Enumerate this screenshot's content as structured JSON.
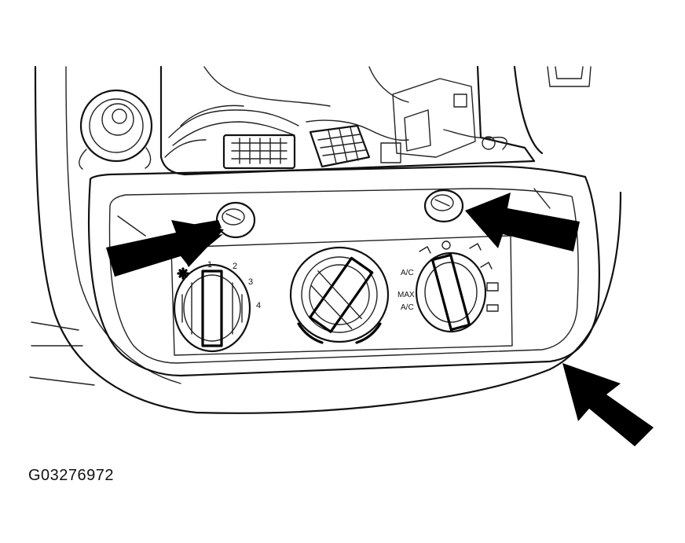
{
  "figure": {
    "code": "G03276972",
    "colors": {
      "ink": "#111111",
      "paper": "#ffffff"
    }
  },
  "blower_knob": {
    "icon": "fan-icon",
    "speeds": [
      "1",
      "2",
      "3",
      "4"
    ]
  },
  "mode_labels": [
    "A/C",
    "MAX",
    "A/C"
  ],
  "arrows": {
    "count": 3,
    "icon": "arrow-icon"
  }
}
